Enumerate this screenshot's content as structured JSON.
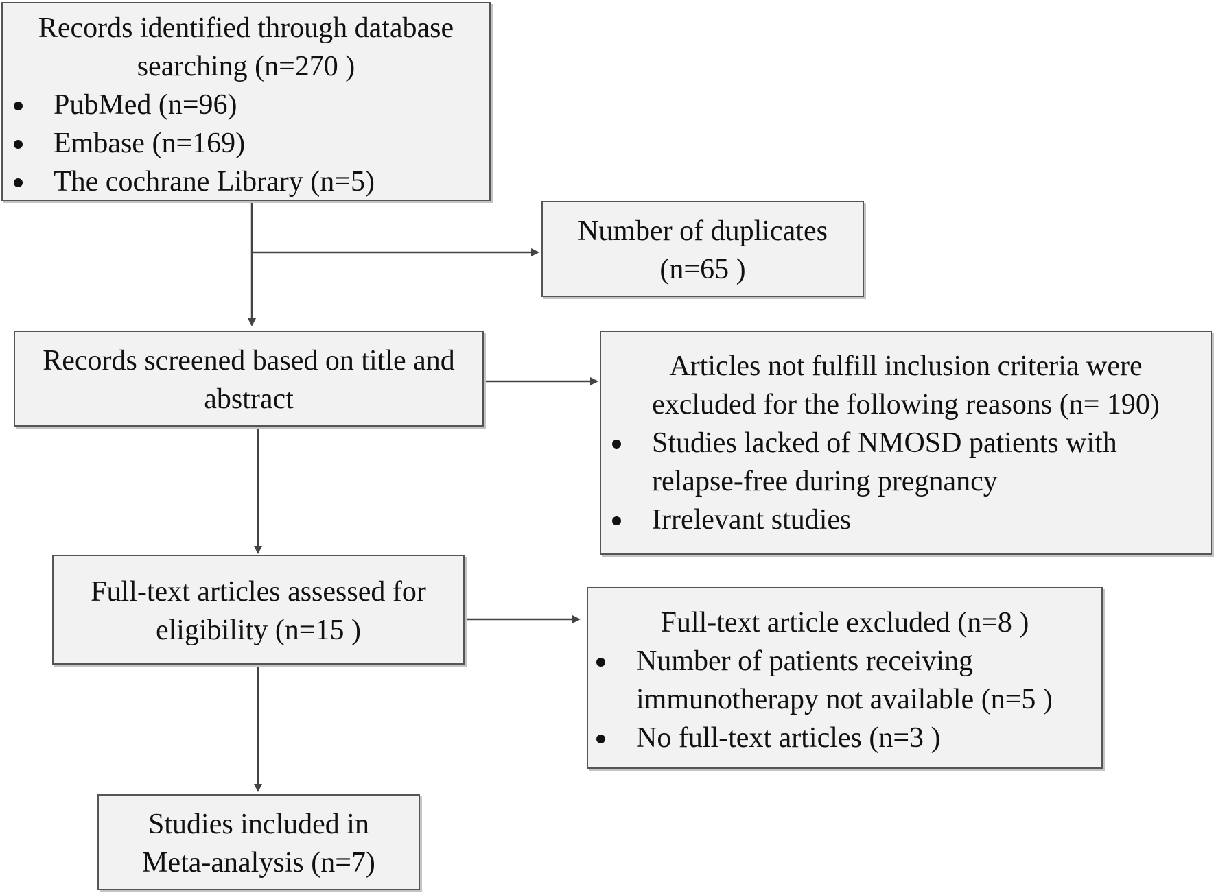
{
  "flowchart": {
    "identification": {
      "title": "Records identified through database searching (n=270 )",
      "sources": [
        "PubMed (n=96)",
        "Embase (n=169)",
        "The cochrane Library (n=5)"
      ]
    },
    "duplicates": {
      "text": "Number of duplicates (n=65 )"
    },
    "screening": {
      "text": "Records screened based on title and abstract"
    },
    "excluded_screening": {
      "title": "Articles not fulfill inclusion criteria were excluded for the following reasons (n= 190)",
      "reasons": [
        "Studies lacked of NMOSD patients with relapse-free during pregnancy",
        "Irrelevant studies"
      ]
    },
    "eligibility": {
      "text": "Full-text articles assessed for eligibility (n=15 )"
    },
    "excluded_fulltext": {
      "title": "Full-text article excluded (n=8 )",
      "reasons": [
        "Number of patients receiving immunotherapy not available (n=5 )",
        "No full-text articles (n=3 )"
      ]
    },
    "included": {
      "text": "Studies included in Meta-analysis (n=7)"
    }
  }
}
